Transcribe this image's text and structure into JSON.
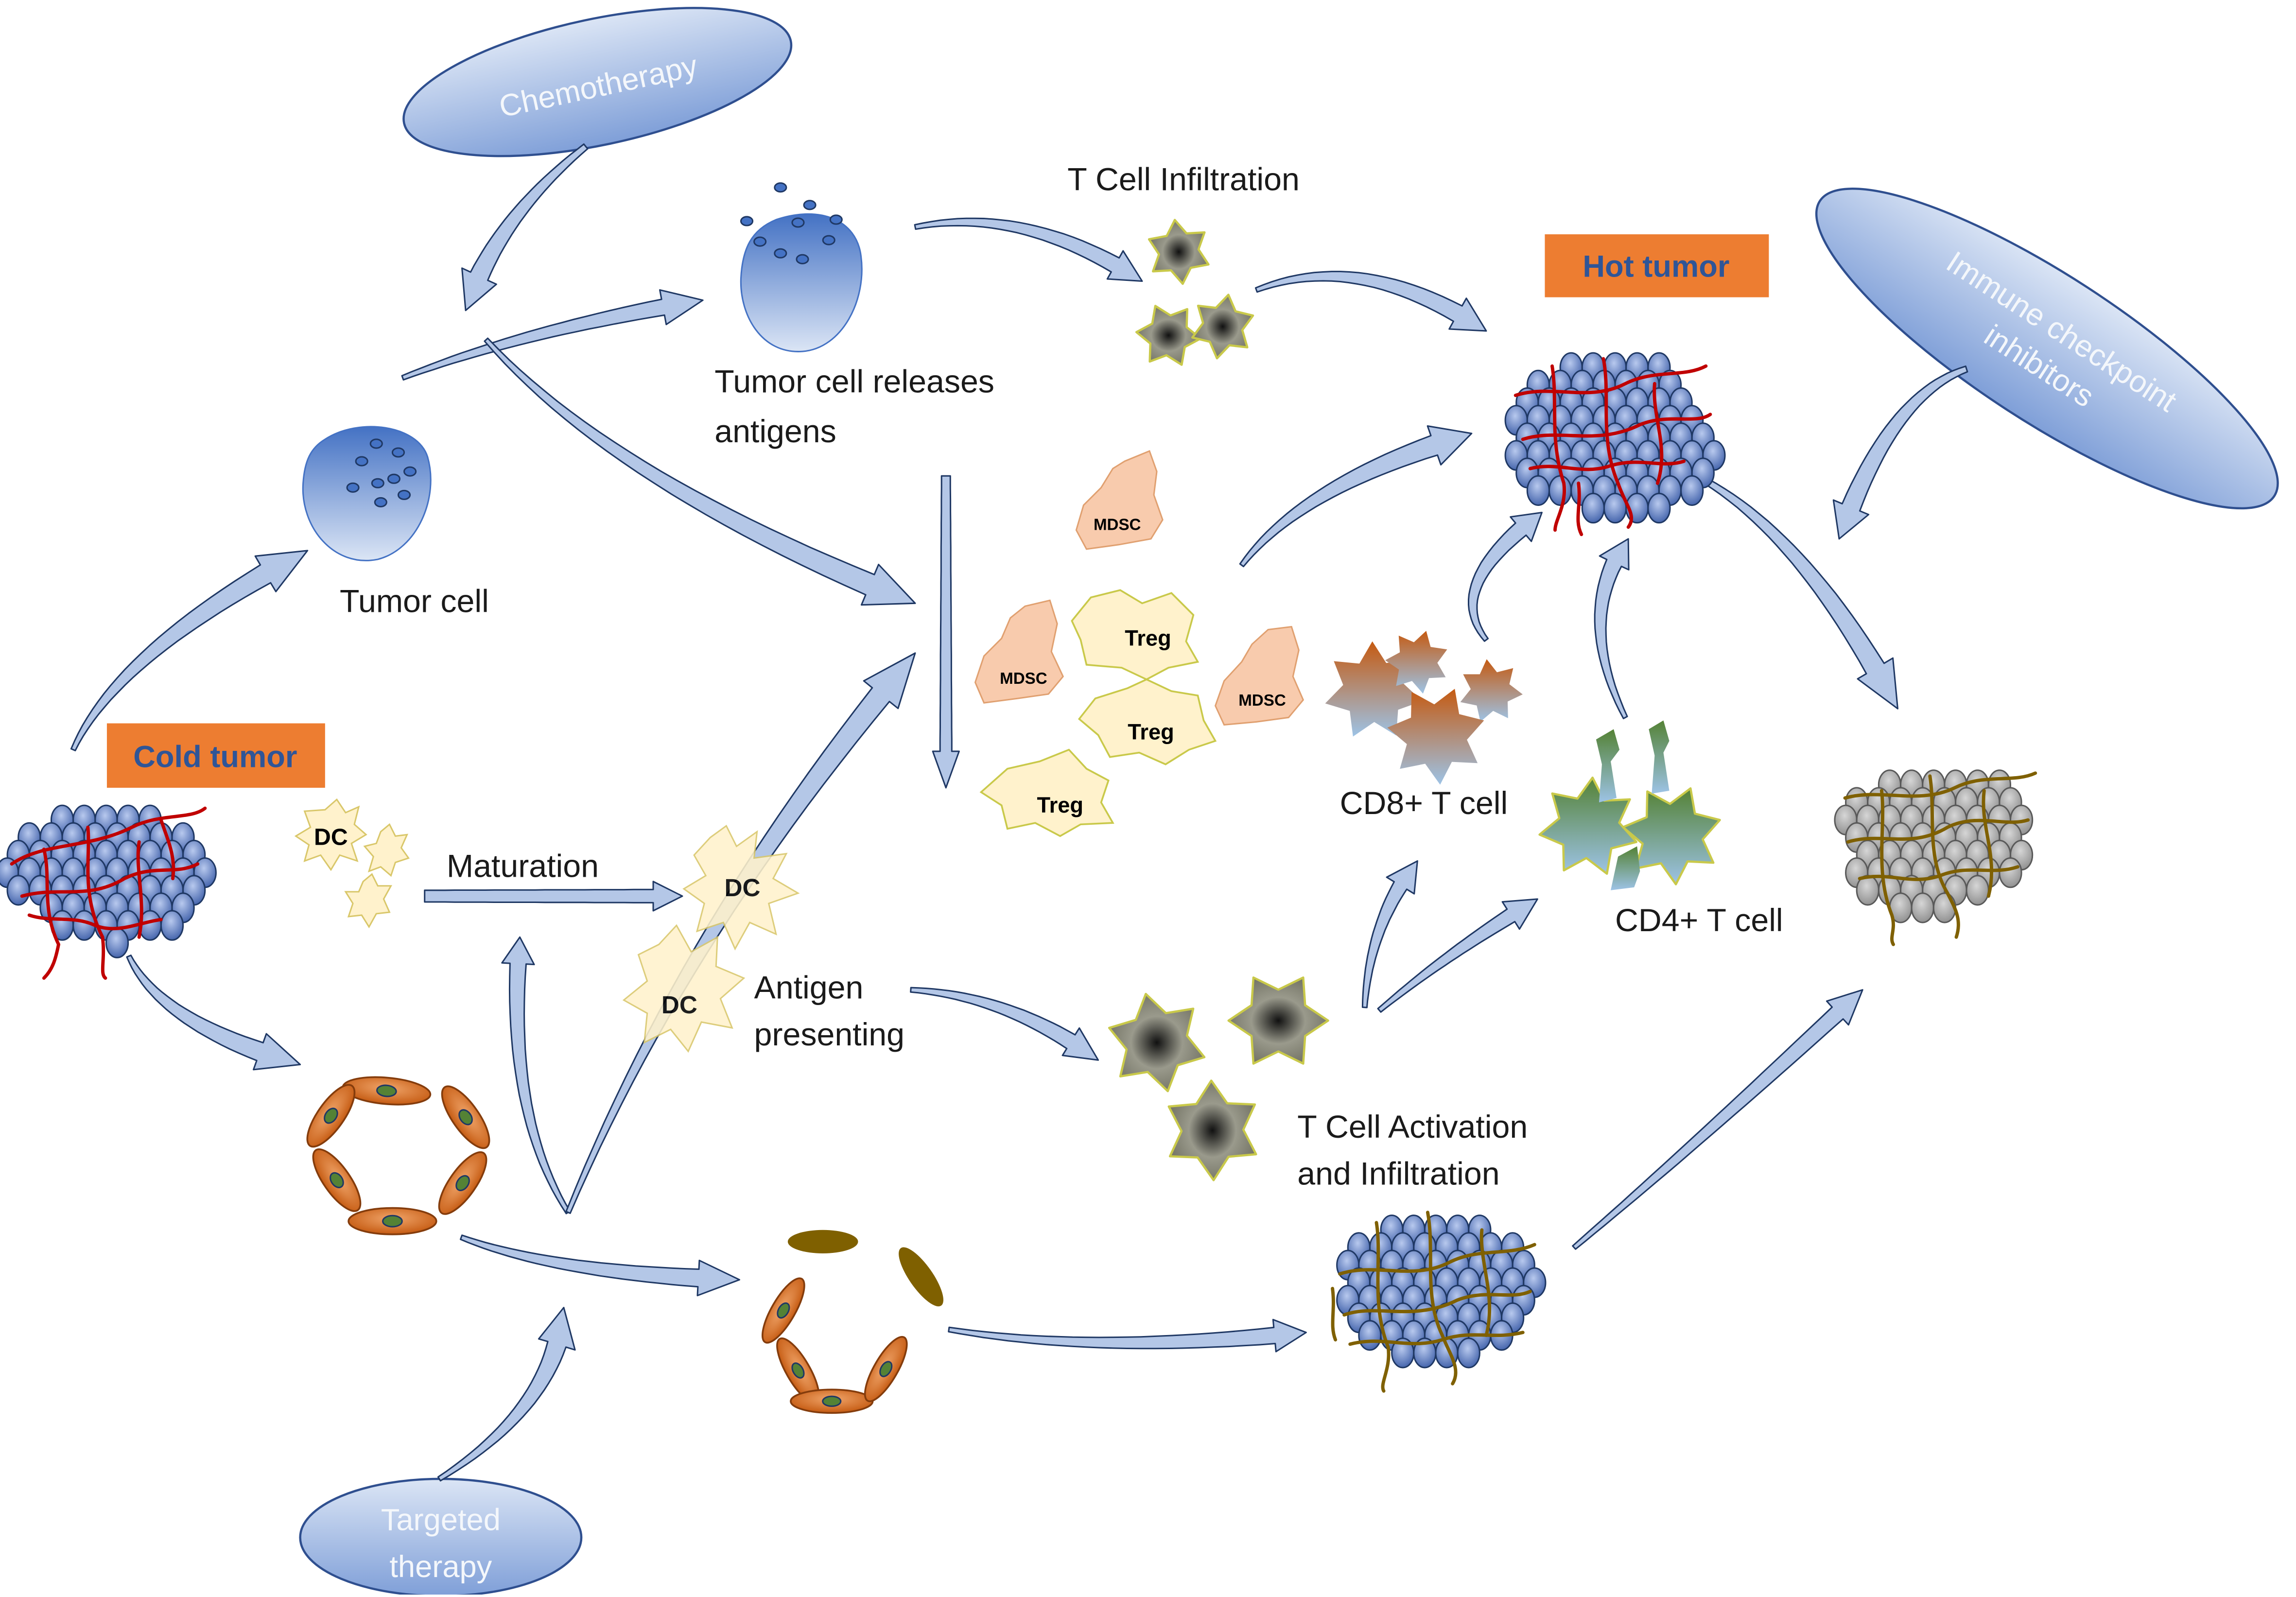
{
  "labels": {
    "chemotherapy": "Chemotherapy",
    "targeted_therapy_line1": "Targeted",
    "targeted_therapy_line2": "therapy",
    "icb_line1": "Immune checkpoint",
    "icb_line2": "inhibitors",
    "cold_tumor": "Cold tumor",
    "hot_tumor": "Hot tumor",
    "tumor_cell": "Tumor cell",
    "releases_line1": "Tumor cell releases",
    "releases_line2": "antigens",
    "t_cell_infiltration": "T Cell Infiltration",
    "maturation": "Maturation",
    "antigen_line1": "Antigen",
    "antigen_line2": "presenting",
    "activation_line1": "T Cell Activation",
    "activation_line2": "and Infiltration",
    "cd8": "CD8+ T cell",
    "cd4": "CD4+ T cell"
  },
  "cells": {
    "dc": "DC",
    "treg": "Treg",
    "mdsc": "MDSC"
  },
  "colors": {
    "arrow_fill": "#b4c7e7",
    "arrow_stroke": "#1f3864",
    "tag_fill": "#ed7d31",
    "tag_text": "#2f5597",
    "tumor_blue": "#4472c4",
    "vessel_red": "#c00000",
    "fibrosis_brown": "#7f6000",
    "pericyte_orange": "#c55a11",
    "dc_yellow": "#fff2cc",
    "mdsc_orange": "#f8cbad",
    "necrotic_gray": "#a6a6a6"
  }
}
